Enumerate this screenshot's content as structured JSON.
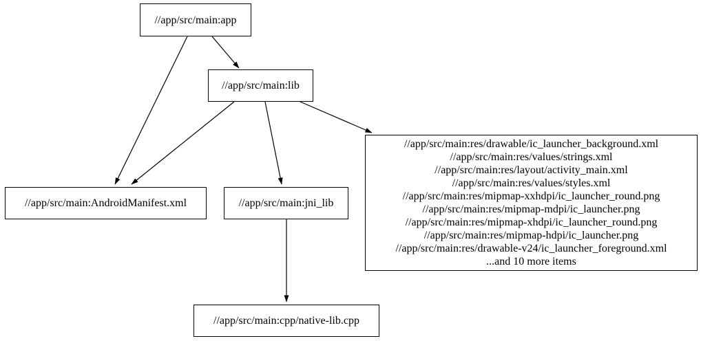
{
  "diagram": {
    "type": "build-dependency-graph",
    "background_color": "#ffffff",
    "node_fill_color": "#ffffff",
    "node_border_color": "#000000",
    "edge_color": "#000000",
    "text_color": "#000000",
    "nodes": {
      "app": {
        "label": "//app/src/main:app"
      },
      "lib": {
        "label": "//app/src/main:lib"
      },
      "manifest": {
        "label": "//app/src/main:AndroidManifest.xml"
      },
      "jni_lib": {
        "label": "//app/src/main:jni_lib"
      },
      "resources": {
        "lines": [
          "//app/src/main:res/drawable/ic_launcher_background.xml",
          "//app/src/main:res/values/strings.xml",
          "//app/src/main:res/layout/activity_main.xml",
          "//app/src/main:res/values/styles.xml",
          "//app/src/main:res/mipmap-xxhdpi/ic_launcher_round.png",
          "//app/src/main:res/mipmap-mdpi/ic_launcher.png",
          "//app/src/main:res/mipmap-xhdpi/ic_launcher_round.png",
          "//app/src/main:res/mipmap-hdpi/ic_launcher.png",
          "//app/src/main:res/drawable-v24/ic_launcher_foreground.xml",
          "...and 10 more items"
        ]
      },
      "native_cpp": {
        "label": "//app/src/main:cpp/native-lib.cpp"
      }
    },
    "edges": [
      {
        "from": "app",
        "to": "manifest"
      },
      {
        "from": "app",
        "to": "lib"
      },
      {
        "from": "lib",
        "to": "manifest"
      },
      {
        "from": "lib",
        "to": "jni_lib"
      },
      {
        "from": "lib",
        "to": "resources"
      },
      {
        "from": "jni_lib",
        "to": "native_cpp"
      }
    ]
  }
}
